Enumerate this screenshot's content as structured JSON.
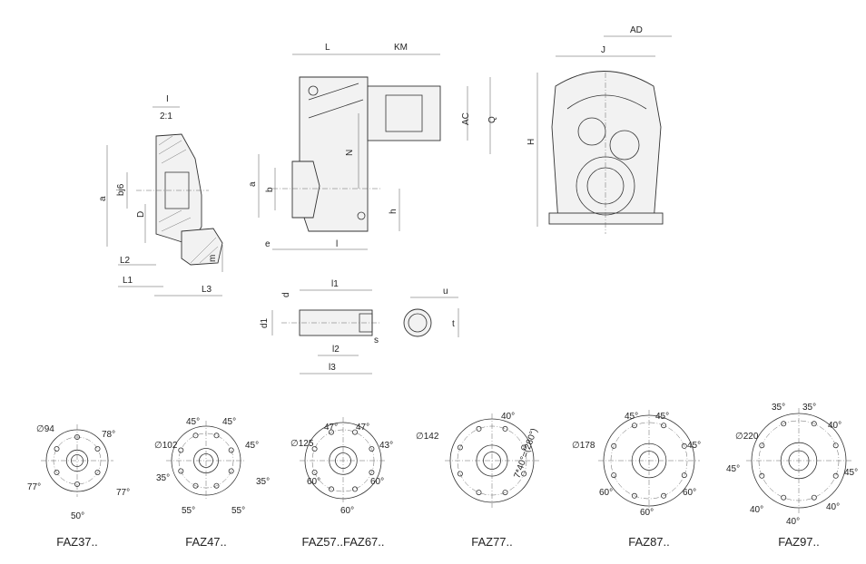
{
  "detail": {
    "label": "I",
    "scale": "2:1"
  },
  "section_dims": [
    "a",
    "bj6",
    "D",
    "L2",
    "L1",
    "L3",
    "m"
  ],
  "side_view_dims": [
    "L",
    "KM",
    "AC",
    "Q",
    "N",
    "a",
    "b",
    "h",
    "e",
    "l"
  ],
  "front_view_dims": [
    "AD",
    "J",
    "H"
  ],
  "shaft_dims": [
    "d",
    "l1",
    "d1",
    "s",
    "l2",
    "l3"
  ],
  "keyway_dims": [
    "u",
    "t"
  ],
  "flanges": [
    {
      "model": "FAZ37..",
      "diameter": "∅94",
      "angles": [
        "78°",
        "77°",
        "77°",
        "50°"
      ]
    },
    {
      "model": "FAZ47..",
      "diameter": "∅102",
      "angles": [
        "45°",
        "45°",
        "45°",
        "35°",
        "35°",
        "55°",
        "55°"
      ]
    },
    {
      "model": "FAZ57..FAZ67..",
      "diameter": "∅125",
      "angles": [
        "47°",
        "47°",
        "43°",
        "60°",
        "60°",
        "60°"
      ]
    },
    {
      "model": "FAZ77..",
      "diameter": "∅142",
      "angles": [
        "40°",
        "7*40°=(280°)"
      ]
    },
    {
      "model": "FAZ87..",
      "diameter": "∅178",
      "angles": [
        "45°",
        "45°",
        "45°",
        "60°",
        "60°",
        "60°"
      ]
    },
    {
      "model": "FAZ97..",
      "diameter": "∅220",
      "angles": [
        "35°",
        "35°",
        "40°",
        "45°",
        "45°",
        "40°",
        "40°",
        "40°"
      ]
    }
  ]
}
